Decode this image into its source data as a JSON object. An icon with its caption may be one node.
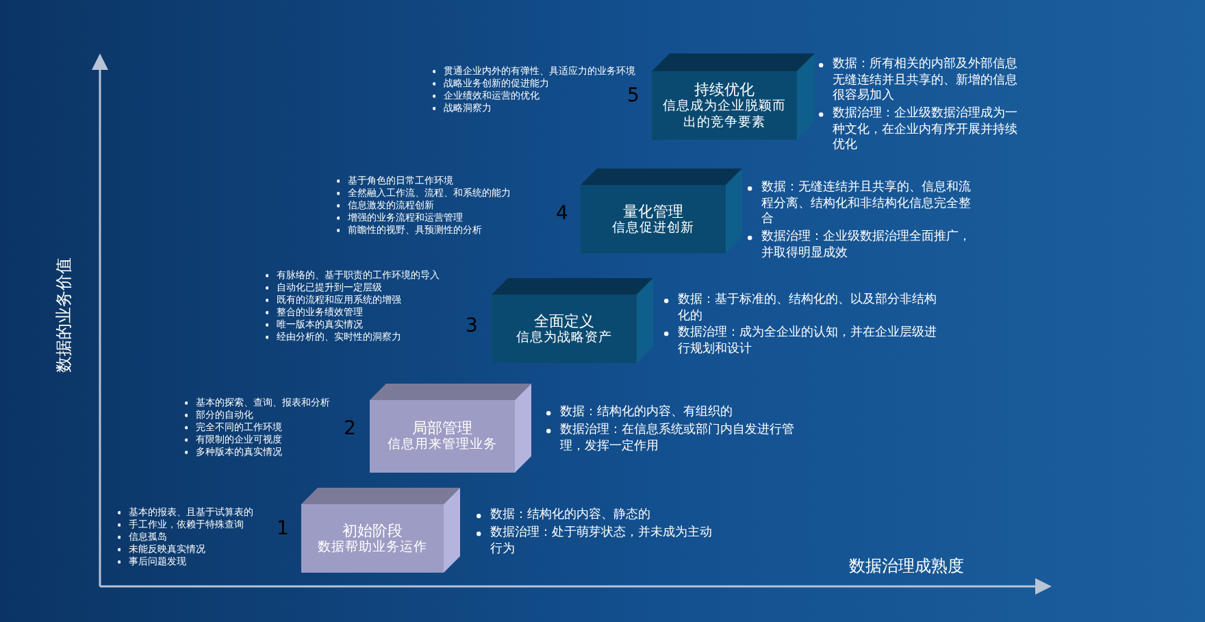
{
  "diagram": {
    "nodes": [
      {
        "text": [
          "持续优化",
          "信息成为企业脱颖而出的竞争要素"
        ],
        "beside": [
          "5"
        ]
      },
      {
        "text": [
          "量化管理",
          "信息促进创新"
        ],
        "beside": [
          "4"
        ]
      },
      {
        "text": [
          "全面定义",
          "信息为战略资产"
        ],
        "beside": [
          "3"
        ]
      },
      {
        "text": [
          "局部管理",
          "信息用来管理业务"
        ],
        "beside": [
          "2"
        ]
      },
      {
        "text": [
          "初始阶段",
          "数据帮助业务运作"
        ],
        "beside": [
          "1"
        ]
      }
    ],
    "labels": [
      "贯通企业内外的有弹性、具适应力的业务环境",
      "战略业务创新的促进能力",
      "企业绩效和运营的优化",
      "战略洞察力",
      "数据：所有相关的内部及外部信息无缝连结并且共享的、新增的信息很容易加入",
      "数据治理：企业级数据治理成为一种文化，在企业内有序开展并持续优化",
      "基于角色的日常工作环境",
      "全然融入工作流、流程、和系统的能力",
      "信息激发的流程创新",
      "增强的业务流程和运营管理",
      "前瞻性的视野、具预测性的分析",
      "数据：无缝连结并且共享的、信息和流程分离、结构化和非结构化信息完全整合",
      "数据治理：企业级数据治理全面推广，并取得明显成效",
      "有脉络的、基于职责的工作环境的导入",
      "自动化已提升到一定层级",
      "既有的流程和应用系统的增强",
      "整合的业务绩效管理",
      "唯一版本的真实情况",
      "经由分析的、实时性的洞察力",
      "数据：基于标准的、结构化的、以及部分非结构化的",
      "数据治理：成为全企业的认知，并在企业层级进行规划和设计",
      "基本的探索、查询、报表和分析",
      "部分的自动化",
      "完全不同的工作环境",
      "有限制的企业可视度",
      "多种版本的真实情况",
      "数据：结构化的内容、有组织的",
      "数据治理：在信息系统或部门内自发进行管理，发挥一定作用",
      "基本的报表、且基于试算表的",
      "手工作业，依赖于特殊查询",
      "信息孤岛",
      "未能反映真实情况",
      "事后问题发现",
      "数据：结构化的内容、静态的",
      "数据治理：处于萌芽状态，并未成为主动行为",
      "数据的业务价值",
      "数据治理成熟度"
    ]
  }
}
